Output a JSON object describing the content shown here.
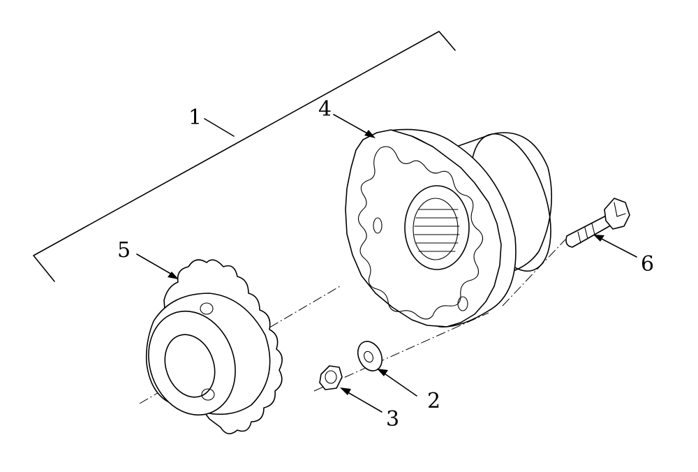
{
  "callouts": [
    {
      "number": "1",
      "part": "sprocket-assembly"
    },
    {
      "number": "2",
      "part": "washer"
    },
    {
      "number": "3",
      "part": "nut"
    },
    {
      "number": "4",
      "part": "hub"
    },
    {
      "number": "5",
      "part": "sprocket"
    },
    {
      "number": "6",
      "part": "bolt"
    }
  ]
}
